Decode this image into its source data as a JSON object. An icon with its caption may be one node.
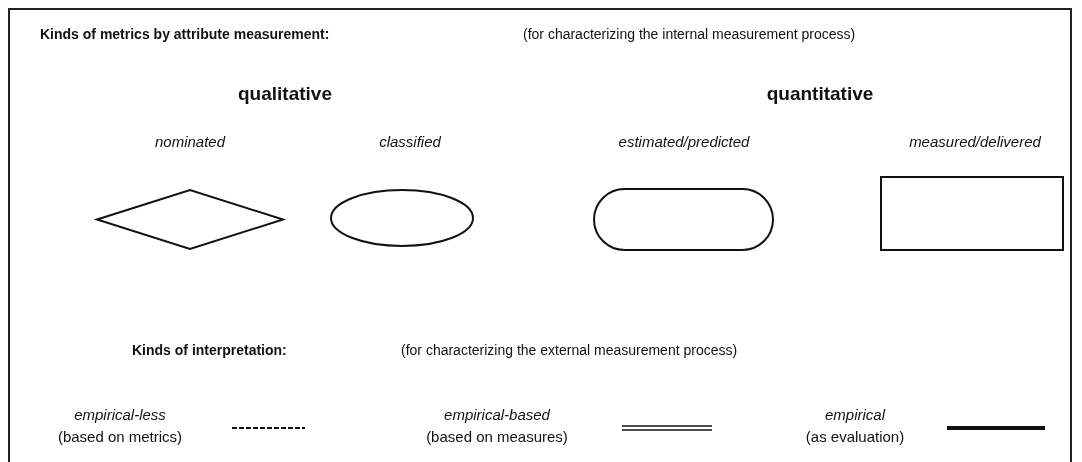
{
  "diagram": {
    "nodes": [
      {
        "text": [
          "nominated"
        ]
      },
      {
        "text": [
          "classified"
        ]
      },
      {
        "text": [
          "estimated/predicted"
        ]
      },
      {
        "text": [
          "measured/delivered"
        ]
      }
    ],
    "labels": [
      "Kinds of metrics by attribute measurement:",
      "(for characterizing the internal measurement process)",
      "qualitative",
      "quantitative",
      "Kinds of interpretation:",
      "(for characterizing the external measurement process)"
    ],
    "legend": [
      {
        "text": "*empirical-less* (based on metrics)"
      },
      {
        "text": "*empirical-based* (based on measures)"
      },
      {
        "text": "*empirical* (as evaluation)"
      }
    ]
  }
}
